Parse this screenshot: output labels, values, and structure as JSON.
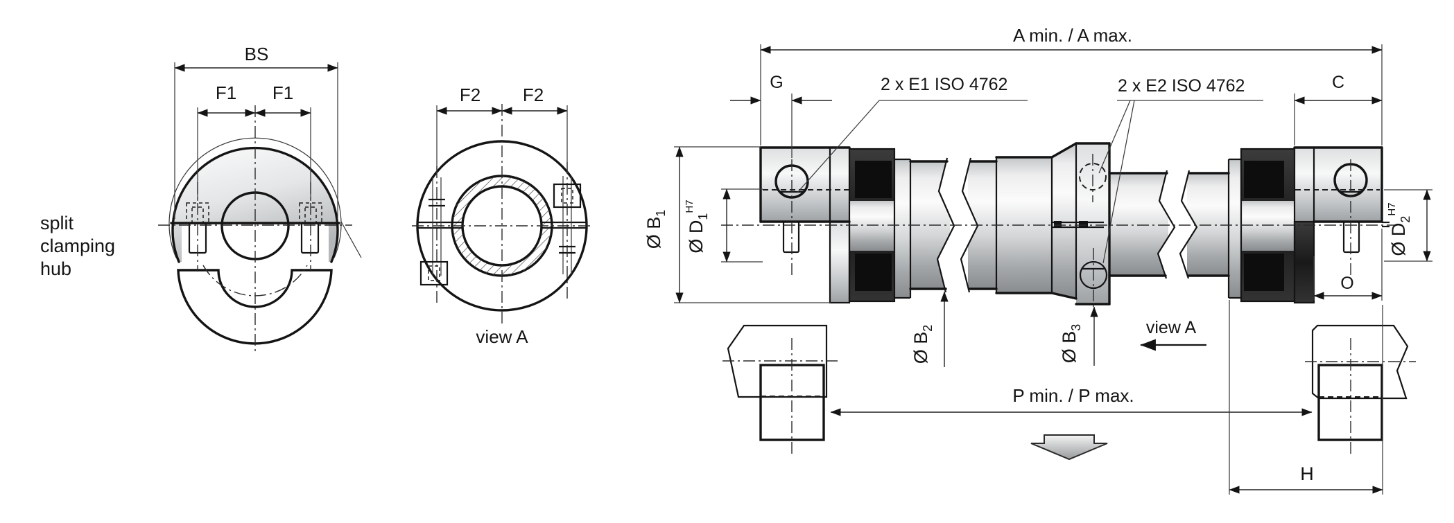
{
  "colors": {
    "line": "#141414",
    "text": "#141414",
    "metal_light": "#fbfbfb",
    "metal_mid": "#d9dbdc",
    "metal_dark": "#8f9294",
    "jaw_dark": "#1c1c1c",
    "background": "#ffffff"
  },
  "left_view": {
    "caption_line1": "split",
    "caption_line2": "clamping",
    "caption_line3": "hub",
    "dim_bs": "BS",
    "dim_f1_left": "F1",
    "dim_f1_right": "F1"
  },
  "front_view_a": {
    "dim_f2_left": "F2",
    "dim_f2_right": "F2",
    "caption": "view A"
  },
  "main_view": {
    "dim_a": "A min. / A max.",
    "dim_g": "G",
    "dim_c": "C",
    "label_e1": "2 x E1 ISO 4762",
    "label_e2": "2 x E2 ISO 4762",
    "dim_b1": {
      "base": "Ø B",
      "sub": "1"
    },
    "dim_d1": {
      "base": "Ø D",
      "sub": "1",
      "sup": "H7"
    },
    "dim_b2": {
      "base": "Ø B",
      "sub": "2"
    },
    "dim_b3": {
      "base": "Ø B",
      "sub": "3"
    },
    "dim_d2": {
      "base": "Ø D",
      "sub": "2",
      "sup": "H7"
    },
    "dim_o": "O",
    "dim_h": "H",
    "dim_p": "P min. / P max.",
    "view_label": "view A"
  }
}
